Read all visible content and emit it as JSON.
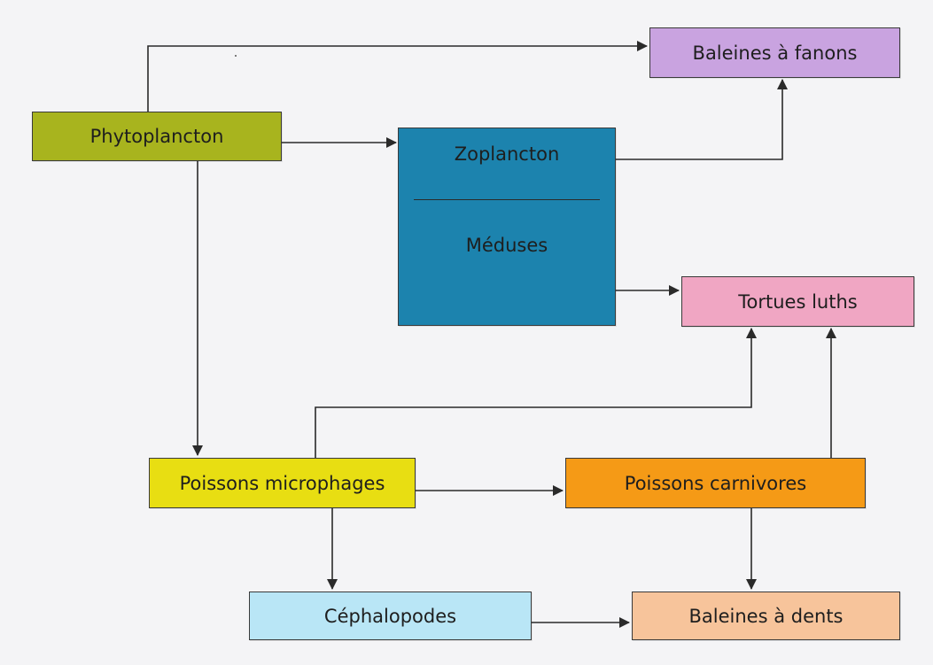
{
  "nodes": {
    "phytoplancton": {
      "label": "Phytoplancton",
      "color": "#a8b41e"
    },
    "baleines_fanons": {
      "label": "Baleines à fanons",
      "color": "#c9a3e0"
    },
    "zooplancton": {
      "label_top": "Zoplancton",
      "label_bottom": "Méduses",
      "color": "#1c83ae"
    },
    "tortues_luths": {
      "label": "Tortues luths",
      "color": "#f0a6c3"
    },
    "poissons_microphages": {
      "label": "Poissons microphages",
      "color": "#e8de12"
    },
    "poissons_carnivores": {
      "label": "Poissons carnivores",
      "color": "#f59a16"
    },
    "cephalopodes": {
      "label": "Céphalopodes",
      "color": "#b9e6f6"
    },
    "baleines_dents": {
      "label": "Baleines à dents",
      "color": "#f7c49b"
    }
  },
  "edges": [
    {
      "from": "phytoplancton",
      "to": "baleines_fanons"
    },
    {
      "from": "phytoplancton",
      "to": "zooplancton"
    },
    {
      "from": "phytoplancton",
      "to": "poissons_microphages"
    },
    {
      "from": "zooplancton",
      "to": "baleines_fanons"
    },
    {
      "from": "zooplancton",
      "to": "tortues_luths"
    },
    {
      "from": "poissons_microphages",
      "to": "tortues_luths"
    },
    {
      "from": "poissons_microphages",
      "to": "poissons_carnivores"
    },
    {
      "from": "poissons_microphages",
      "to": "cephalopodes"
    },
    {
      "from": "poissons_carnivores",
      "to": "tortues_luths"
    },
    {
      "from": "poissons_carnivores",
      "to": "baleines_dents"
    },
    {
      "from": "cephalopodes",
      "to": "baleines_dents"
    }
  ],
  "edge_color": "#2a2a2a"
}
